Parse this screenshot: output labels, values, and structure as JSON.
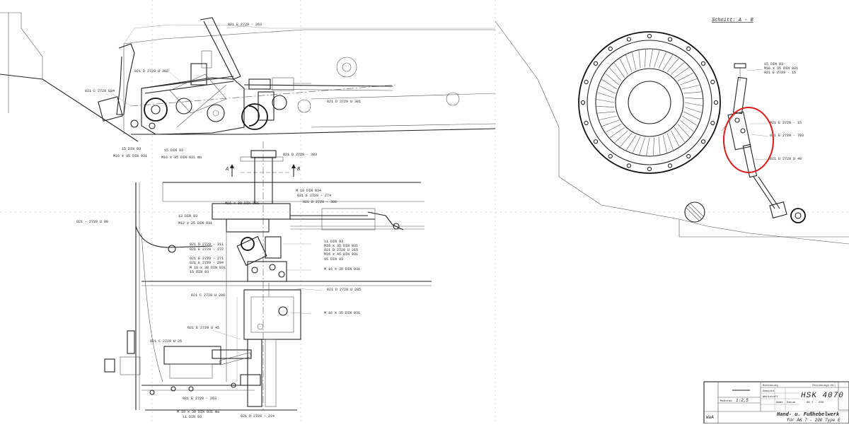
{
  "section_title": "Schnitt: A - B",
  "section_markers": {
    "a": "A",
    "b": "B"
  },
  "annotation_color": "#d81b1b",
  "side_view_labels": [
    "021 E 2729 - 263",
    "021 D 2729 U 302",
    "021 C 2729 U34",
    "021 D 2729 U 301",
    "15 DIN 93",
    "M16 x 35 DIN 931",
    "15 DIN 93",
    "M16 x 35 DIN 931 ma",
    "021 D 2729 - 303"
  ],
  "plan_view_labels": [
    "021 - 2729 U 80",
    "M 10 DIN 934",
    "021 E 2729 - 274",
    "021 D 2729 - 300",
    "M16 x 30 DIN 931",
    "13 DIN 93",
    "M12 x 25 DIN 931",
    "021 D 2729 - 311",
    "021 E 2729 - 272",
    "11 DIN 93",
    "M10 x 35 DIN 931",
    "021 D 2729 U 315",
    "M16 x 45 DIN 931",
    "15 DIN 93",
    "021 E 2729 - 271",
    "021 E 2729 - 294",
    "M 10 x 30 DIN 931",
    "15 DIN 93",
    "M 16 x 35 DIN 931",
    "021 D 2729 U 285",
    "021 C 2729 U 286",
    "M 16 x 35 DIN 931",
    "021 E 2729 U 45",
    "021 C 2729 U 25",
    "021 E 2729 - 263",
    "M 10 x 30 DIN 931 ma",
    "11 DIN 93",
    "021 D 2729 - 224"
  ],
  "section_view_labels": [
    "15 DIN 93",
    "M16 x 35 DIN 931",
    "021 E 2729 - 15",
    "021 E 2729 - 15",
    "021 E 2729 - 783",
    "021 D 2729 U 40"
  ],
  "title_block": {
    "drawing_number": "HSK 4070",
    "designation_line1": "Hand- u. Fußhebelwerk",
    "designation_line2": "für AK 7 - 200 Type E",
    "gearbox": "AK 7 - 200",
    "scale_label": "Maßstab",
    "scale": "1:2,5",
    "office": "WaA",
    "field_labels": [
      "Benennung",
      "Zeichnungs-Nr.",
      "Gewicht",
      "Werkstoff",
      "Name",
      "Datum"
    ]
  }
}
